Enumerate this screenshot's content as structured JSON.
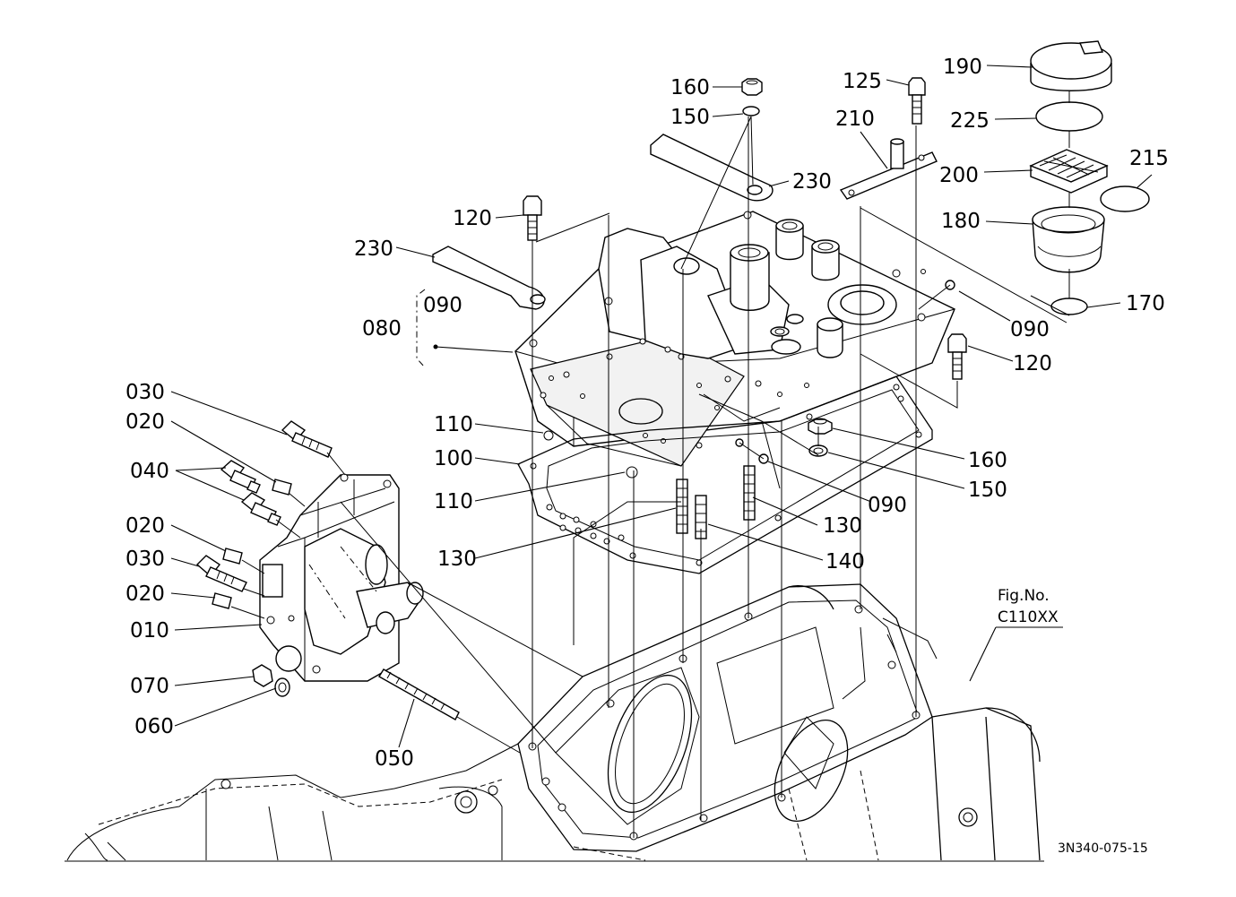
{
  "labels": {
    "p190": "190",
    "p125": "125",
    "p160_top": "160",
    "p150_top": "150",
    "p210": "210",
    "p225": "225",
    "p230_right": "230",
    "p200": "200",
    "p215": "215",
    "p120_left": "120",
    "p180": "180",
    "p230_left": "230",
    "p170": "170",
    "p090_bracket": "090",
    "p080": "080",
    "p090_right": "090",
    "p120_right": "120",
    "p030_top": "030",
    "p020_top": "020",
    "p110_top": "110",
    "p160_mid": "160",
    "p100": "100",
    "p040": "040",
    "p150_mid": "150",
    "p110_bot": "110",
    "p090_mid": "090",
    "p130_right": "130",
    "p020_mid": "020",
    "p130_left": "130",
    "p140": "140",
    "p030_mid": "030",
    "p020_bot": "020",
    "p010": "010",
    "p070": "070",
    "p060": "060",
    "p050": "050"
  },
  "figure": {
    "line1": "Fig.No.",
    "line2": "C110XX"
  },
  "drawing_code": "3N340-075-15"
}
